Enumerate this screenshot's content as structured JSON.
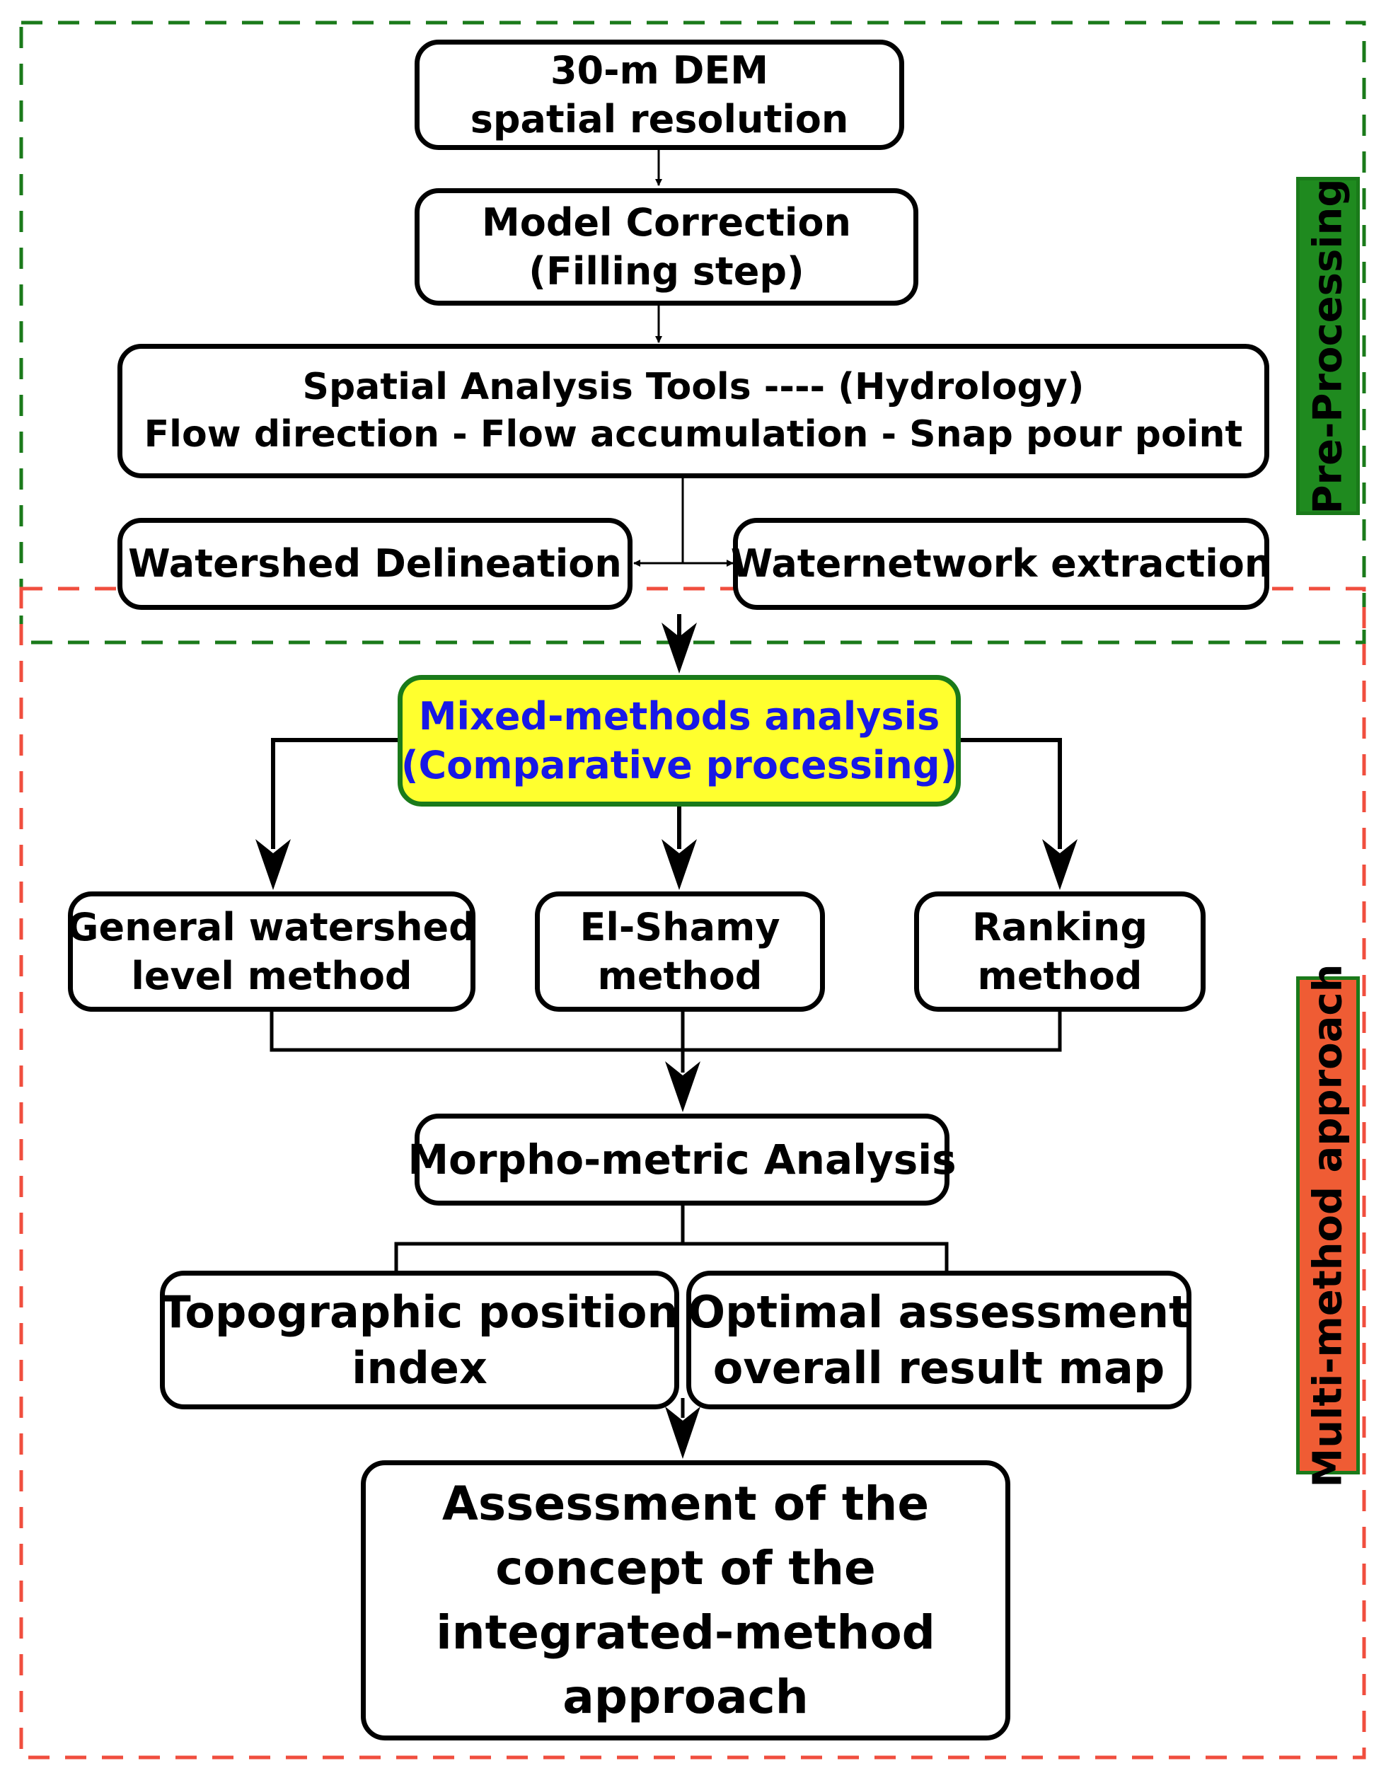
{
  "colors": {
    "preprocessing_border": "#1a7a1a",
    "multimethod_border": "#f04e3e",
    "preprocessing_tag_fill": "#1f8a1f",
    "multimethod_tag_fill": "#ef5c34",
    "mixed_box_fill": "#ffff2e",
    "mixed_box_text": "#1818e6"
  },
  "sections": {
    "preprocessing_label": "Pre-Processing",
    "multimethod_label": "Multi-method approach"
  },
  "nodes": {
    "dem": {
      "line1": "30-m DEM",
      "line2": "spatial resolution"
    },
    "correction": {
      "line1": "Model Correction",
      "line2": "(Filling step)"
    },
    "spatial_tools": {
      "line1": "Spatial Analysis Tools ---- (Hydrology)",
      "line2": "Flow direction - Flow accumulation - Snap pour point"
    },
    "watershed": {
      "line1": "Watershed Delineation"
    },
    "waternetwork": {
      "line1": "Waternetwork extraction"
    },
    "mixed": {
      "line1": "Mixed-methods analysis",
      "line2": "(Comparative processing)"
    },
    "general": {
      "line1": "General watershed",
      "line2": "level method"
    },
    "elshamy": {
      "line1": "El-Shamy",
      "line2": "method"
    },
    "ranking": {
      "line1": "Ranking",
      "line2": "method"
    },
    "morpho": {
      "line1": "Morpho-metric Analysis"
    },
    "tpi": {
      "line1": "Topographic position",
      "line2": "index"
    },
    "optimal": {
      "line1": "Optimal assessment",
      "line2": "overall result map"
    },
    "final": {
      "line1": "Assessment of the",
      "line2": "concept of the",
      "line3": "integrated-method",
      "line4": "approach"
    }
  }
}
